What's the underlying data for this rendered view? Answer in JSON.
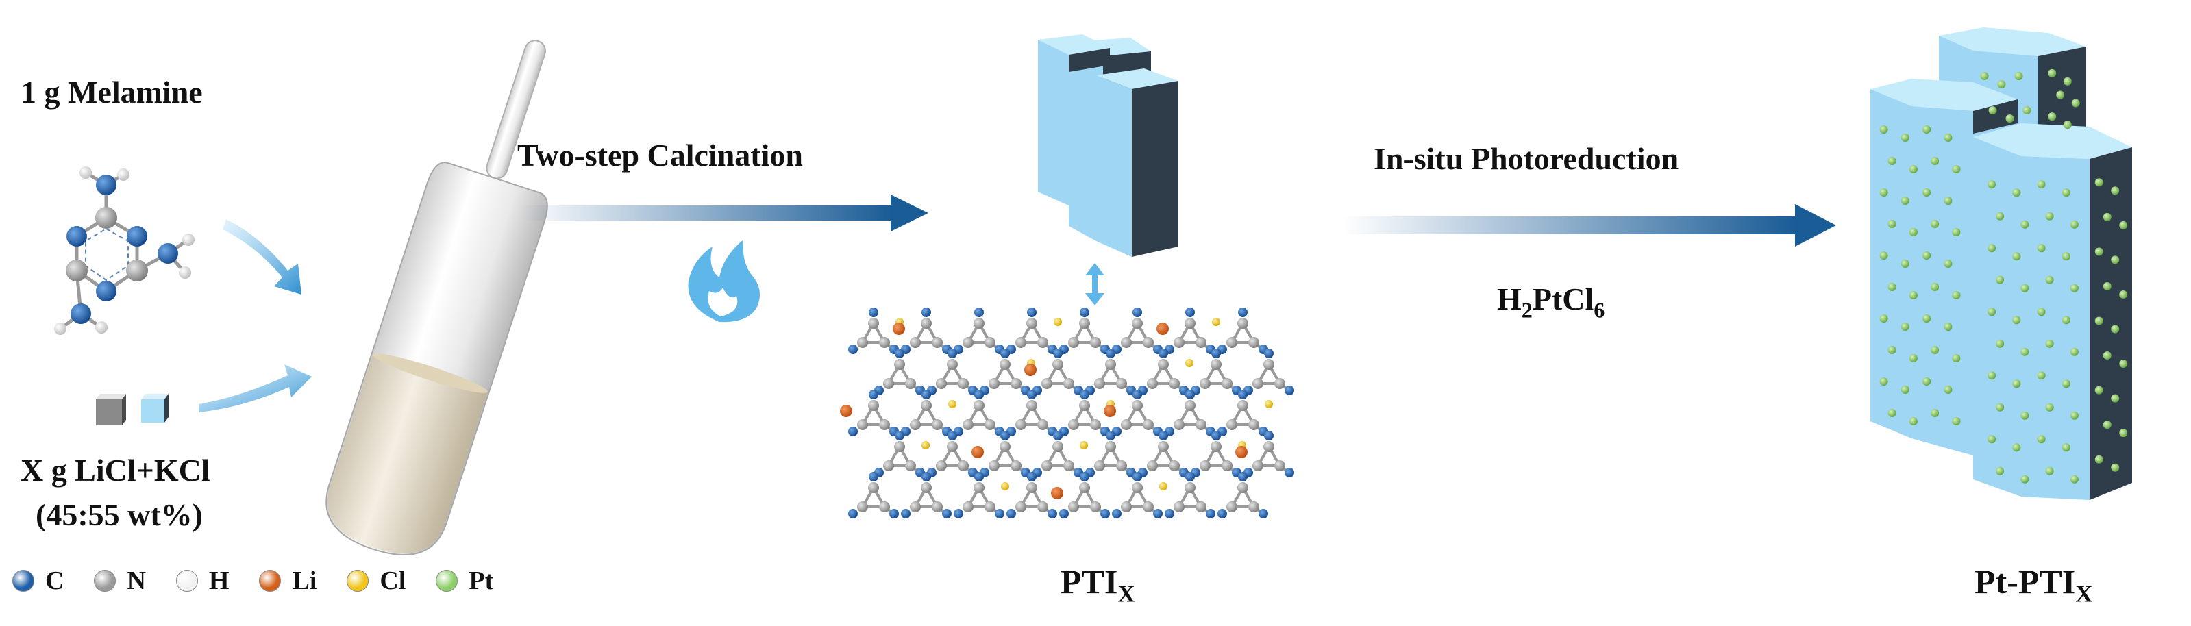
{
  "labels": {
    "melamine": "1 g Melamine",
    "salt_line1": "X g LiCl+KCl",
    "salt_line2": "(45:55 wt%)",
    "step1": "Two-step Calcination",
    "step2": "In-situ Photoreduction",
    "reagent_main": "H",
    "reagent_sub1": "2",
    "reagent_mid": "PtCl",
    "reagent_sub2": "6",
    "pti_main": "PTI",
    "pti_sub": "X",
    "ptpti_main": "Pt-PTI",
    "ptpti_sub": "X"
  },
  "legend": [
    {
      "symbol": "C",
      "color": "#1f5fa8"
    },
    {
      "symbol": "N",
      "color": "#9a9a9a"
    },
    {
      "symbol": "H",
      "color": "#f2f2f2"
    },
    {
      "symbol": "Li",
      "color": "#d4621c"
    },
    {
      "symbol": "Cl",
      "color": "#f0c419"
    },
    {
      "symbol": "Pt",
      "color": "#8fcf6a"
    }
  ],
  "colors": {
    "arrow": "#1a5c96",
    "prism_face": "#9fd6f3",
    "prism_top": "#c5ecfb",
    "prism_side": "#2f3d4a",
    "flame": "#3aa0de"
  }
}
